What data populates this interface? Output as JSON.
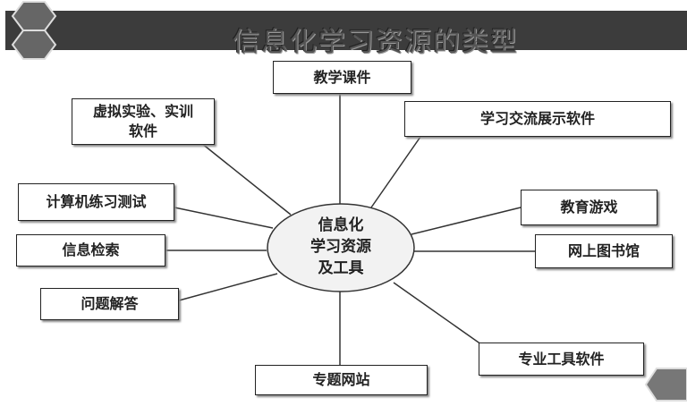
{
  "title": "信息化学习资源的类型",
  "center": {
    "line1": "信息化",
    "line2": "学习资源",
    "line3": "及工具"
  },
  "nodes": {
    "courseware": "教学课件",
    "exchange": "学习交流展示软件",
    "virtual": "虚拟实验、实训软件",
    "computer_test": "计算机练习测试",
    "retrieval": "信息检索",
    "qa": "问题解答",
    "games": "教育游戏",
    "library": "网上图书馆",
    "tools": "专业工具软件",
    "website": "专题网站"
  }
}
